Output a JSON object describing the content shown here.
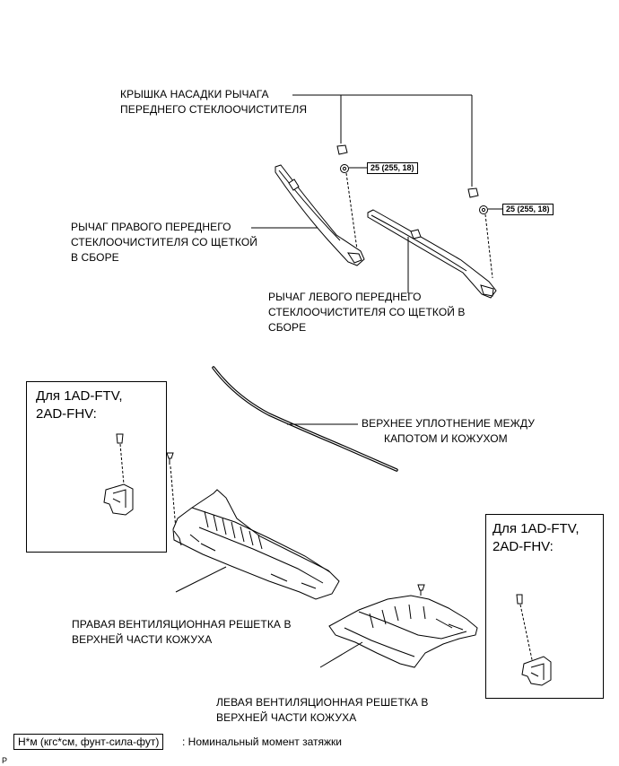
{
  "labels": {
    "cap_line1": "КРЫШКА НАСАДКИ РЫЧАГА",
    "cap_line2": "ПЕРЕДНЕГО СТЕКЛООЧИСТИТЕЛЯ",
    "right_arm_line1": "РЫЧАГ ПРАВОГО ПЕРЕДНЕГО",
    "right_arm_line2": "СТЕКЛООЧИСТИТЕЛЯ СО ЩЕТКОЙ",
    "right_arm_line3": "В СБОРЕ",
    "left_arm_line1": "РЫЧАГ ЛЕВОГО ПЕРЕДНЕГО",
    "left_arm_line2": "СТЕКЛООЧИСТИТЕЛЯ СО ЩЕТКОЙ В",
    "left_arm_line3": "СБОРЕ",
    "seal_line1": "ВЕРХНЕЕ УПЛОТНЕНИЕ МЕЖДУ",
    "seal_line2": "КАПОТОМ И КОЖУХОМ",
    "right_louver_line1": "ПРАВАЯ ВЕНТИЛЯЦИОННАЯ РЕШЕТКА В",
    "right_louver_line2": "ВЕРХНЕЙ ЧАСТИ КОЖУХА",
    "left_louver_line1": "ЛЕВАЯ ВЕНТИЛЯЦИОННАЯ РЕШЕТКА В",
    "left_louver_line2": "ВЕРХНЕЙ ЧАСТИ КОЖУХА"
  },
  "torque": {
    "right_nut": "25 (255, 18)",
    "left_nut": "25 (255, 18)"
  },
  "engine_boxes": {
    "left_line1": "Для 1AD-FTV,",
    "left_line2": "2AD-FHV:",
    "right_line1": "Для 1AD-FTV,",
    "right_line2": "2AD-FHV:"
  },
  "legend": {
    "unit": "Н*м (кгс*см, фунт-сила-фут)",
    "description": ": Номинальный момент затяжки"
  },
  "corner_mark": "P"
}
